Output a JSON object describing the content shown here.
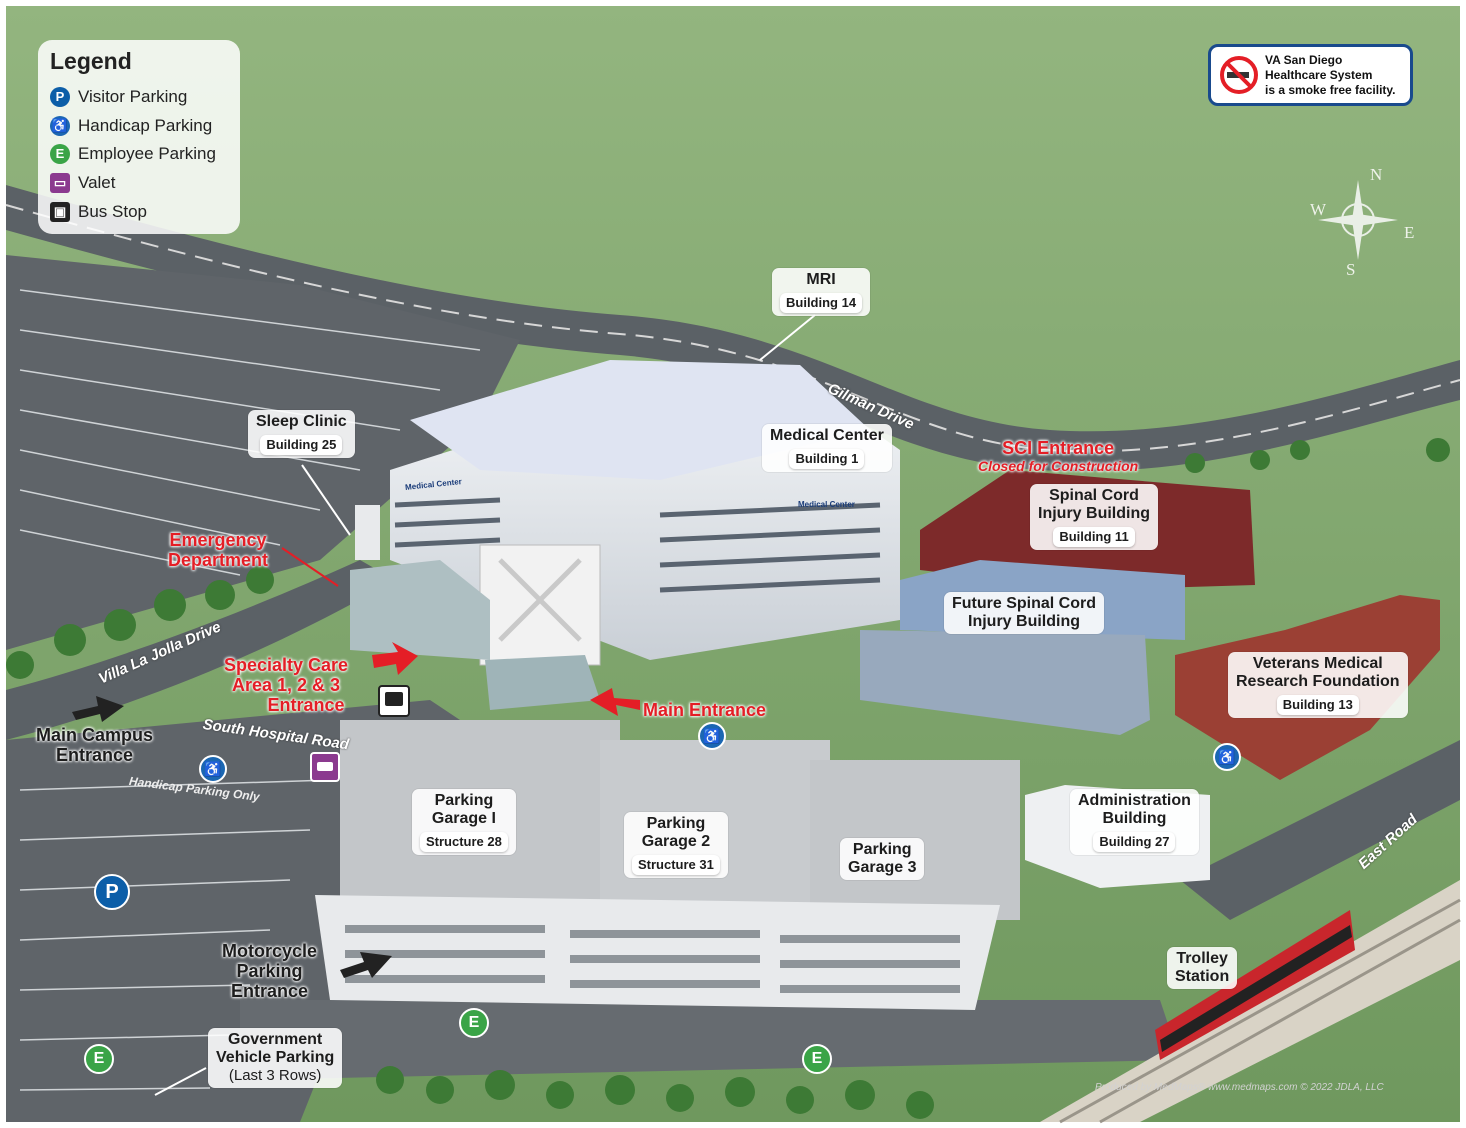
{
  "legend": {
    "title": "Legend",
    "items": [
      {
        "label": "Visitor Parking",
        "icon": "visitor-parking-icon",
        "glyph": "P",
        "color": "#0c5ea8"
      },
      {
        "label": "Handicap Parking",
        "icon": "handicap-parking-icon",
        "glyph": "♿",
        "color": "#1b67b2"
      },
      {
        "label": "Employee Parking",
        "icon": "employee-parking-icon",
        "glyph": "E",
        "color": "#3aa447"
      },
      {
        "label": "Valet",
        "icon": "valet-icon",
        "glyph": "▭",
        "color": "#8b3a8f"
      },
      {
        "label": "Bus Stop",
        "icon": "bus-stop-icon",
        "glyph": "▣",
        "color": "#222222"
      }
    ]
  },
  "notice": {
    "line1": "VA San Diego",
    "line2": "Healthcare System",
    "line3": "is a smoke free facility."
  },
  "compass": {
    "n": "N",
    "e": "E",
    "s": "S",
    "w": "W"
  },
  "buildings": {
    "mri": {
      "name": "MRI",
      "number": "Building 14"
    },
    "sleep_clinic": {
      "name": "Sleep Clinic",
      "number": "Building 25"
    },
    "medical_center": {
      "name": "Medical Center",
      "number": "Building 1"
    },
    "spinal_cord": {
      "name1": "Spinal Cord",
      "name2": "Injury Building",
      "number": "Building 11"
    },
    "future_spinal": {
      "name1": "Future Spinal Cord",
      "name2": "Injury Building"
    },
    "vmrf": {
      "name1": "Veterans Medical",
      "name2": "Research Foundation",
      "number": "Building 13"
    },
    "admin": {
      "name1": "Administration",
      "name2": "Building",
      "number": "Building 27"
    },
    "garage1": {
      "name1": "Parking",
      "name2": "Garage I",
      "number": "Structure 28"
    },
    "garage2": {
      "name1": "Parking",
      "name2": "Garage 2",
      "number": "Structure 31"
    },
    "garage3": {
      "name1": "Parking",
      "name2": "Garage 3"
    },
    "trolley": {
      "name1": "Trolley",
      "name2": "Station"
    },
    "gov_parking": {
      "name1": "Government",
      "name2": "Vehicle Parking",
      "note": "(Last 3 Rows)"
    }
  },
  "entrances": {
    "sci": {
      "name": "SCI Entrance",
      "note": "Closed for Construction"
    },
    "emergency": {
      "line1": "Emergency",
      "line2": "Department"
    },
    "specialty": {
      "line1": "Specialty Care",
      "line2": "Area 1, 2 & 3",
      "line3": "Entrance"
    },
    "main": {
      "name": "Main Entrance"
    },
    "main_campus": {
      "line1": "Main Campus",
      "line2": "Entrance"
    },
    "motorcycle": {
      "line1": "Motorcycle",
      "line2": "Parking",
      "line3": "Entrance"
    }
  },
  "roads": {
    "gilman": "Gilman Drive",
    "villa": "Villa La Jolla Drive",
    "south_hospital": "South Hospital Road",
    "east": "East Road"
  },
  "handicap_note": "Handicap Parking Only",
  "signage": {
    "medical_center": "Medical Center"
  },
  "credit": "Produced by MedMaps®  www.medmaps.com  © 2022 JDLA, LLC",
  "markers": {
    "visitor": "P",
    "employee": "E",
    "handicap": "♿"
  },
  "colors": {
    "grass": "#7fa46b",
    "road": "#5f6469",
    "accent_red": "#e41e26",
    "brick": "#8f3a32",
    "nav_blue": "#194a8d"
  }
}
